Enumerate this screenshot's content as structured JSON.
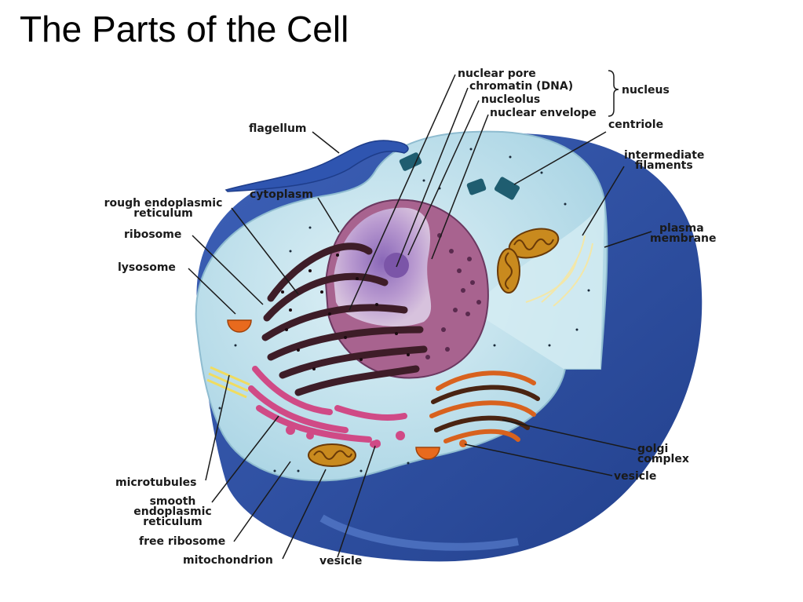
{
  "title": "The Parts of the Cell",
  "labels": {
    "nuclear_pore": "nuclear pore",
    "chromatin": "chromatin (DNA)",
    "nucleolus": "nucleolus",
    "nuclear_envelope": "nuclear envelope",
    "nucleus": "nucleus",
    "centriole": "centriole",
    "intermediate_filaments_1": "intermediate",
    "intermediate_filaments_2": "filaments",
    "plasma_membrane_1": "plasma",
    "plasma_membrane_2": "membrane",
    "flagellum": "flagellum",
    "rough_er_1": "rough endoplasmic",
    "rough_er_2": "reticulum",
    "cytoplasm": "cytoplasm",
    "ribosome": "ribosome",
    "lysosome": "lysosome",
    "microtubules": "microtubules",
    "smooth_er_1": "smooth",
    "smooth_er_2": "endoplasmic",
    "smooth_er_3": "reticulum",
    "free_ribosome": "free ribosome",
    "mitochondrion": "mitochondrion",
    "vesicle_bottom": "vesicle",
    "golgi_1": "golgi",
    "golgi_2": "complex",
    "vesicle_right": "vesicle"
  },
  "colors": {
    "cytoplasm": "#bfe1ec",
    "membrane_outer": "#2a4b9c",
    "nucleus": "#9b5a86",
    "nucleoplasm": "#c7a6cf",
    "rough_er": "#4a2430",
    "smooth_er": "#d04a86",
    "mitochondrion": "#c98a1e",
    "golgi": "#d8621e",
    "lysosome": "#e86a1e"
  }
}
